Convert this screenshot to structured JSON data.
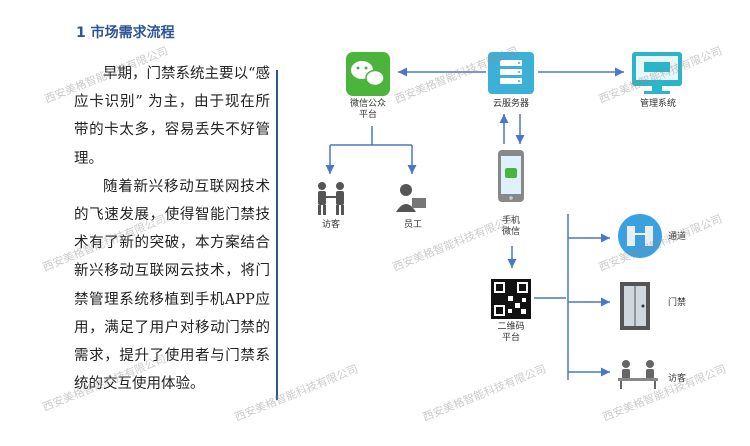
{
  "title": "1 市场需求流程",
  "paragraphs": [
    "早期，门禁系统主要以“感应卡识别” 为主，由于现在所带的卡太多，容易丢失不好管理。",
    "随着新兴移动互联网技术的飞速发展，使得智能门禁技术有了新的突破，本方案结合新兴移动互联网云技术，将门禁管理系统移植到手机APP应用，满足了用户对移动门禁的需求，提升了使用者与门禁系统的交互使用体验。"
  ],
  "nodes": {
    "wechat": "微信公众\n平台",
    "cloud": "云服务器",
    "mgmt": "管理系统",
    "visitor": "访客",
    "staff": "员工",
    "phone": "手机\n微信",
    "qr": "二维码\n平台",
    "channel": "通道",
    "door": "门禁",
    "visitor2": "访客"
  },
  "watermark": "西安美格智能科技有限公司",
  "colors": {
    "accent": "#2f5597",
    "arrow": "#4a78c6",
    "wechat": "#4ab43b",
    "cloud": "#3db0d8"
  }
}
